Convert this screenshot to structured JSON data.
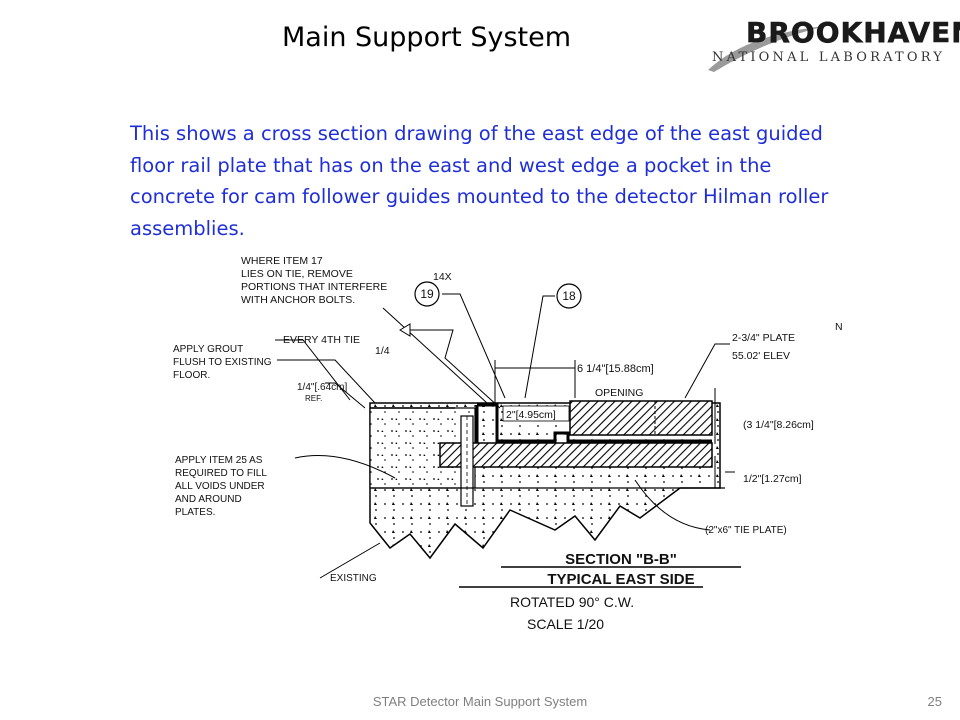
{
  "slide": {
    "title": "Main Support System",
    "body": "This shows a cross section drawing of the east edge of the east guided floor rail plate that has on the east and west edge a pocket in the concrete for cam follower guides mounted to the detector Hilman roller assemblies."
  },
  "logo": {
    "name": "BROOKHAVEN",
    "subtitle": "NATIONAL LABORATORY"
  },
  "drawing": {
    "notes": {
      "item17_line1": "WHERE ITEM 17",
      "item17_line2": "LIES ON TIE, REMOVE",
      "item17_line3": "PORTIONS THAT INTERFERE",
      "item17_line4": "WITH ANCHOR BOLTS.",
      "grout_line1": "APPLY GROUT",
      "grout_line2": "FLUSH TO EXISTING",
      "grout_line3": "FLOOR.",
      "every_tie": "EVERY 4TH TIE",
      "weld_size": "1/4",
      "quarter_dim": "1/4\"[.64cm]",
      "ref": "REF.",
      "item25_line1": "APPLY ITEM 25 AS",
      "item25_line2": "REQUIRED TO FILL",
      "item25_line3": "ALL VOIDS UNDER",
      "item25_line4": "AND AROUND",
      "item25_line5": "PLATES.",
      "existing": "EXISTING",
      "qty": "14X",
      "balloon_19": "19",
      "balloon_18": "18",
      "dim_opening": "6  1/4\"[15.88cm]",
      "opening": "OPENING",
      "dim_pocket": "2\"[4.95cm]",
      "plate": "2-3/4\"  PLATE",
      "elev": "55.02'  ELEV",
      "dim_height": "(3  1/4\"[8.26cm]",
      "dim_half": "1/2\"[1.27cm]",
      "tie_plate": "(2\"x6\"  TIE PLATE)",
      "edge_mark": "N"
    },
    "section_title": "SECTION \"B-B\"",
    "section_subtitle": "TYPICAL EAST SIDE",
    "rotated": "ROTATED  90°  C.W.",
    "scale": "SCALE  1/20"
  },
  "footer": {
    "text": "STAR Detector Main Support System",
    "page": "25"
  },
  "colors": {
    "body_text": "#1f2fd8",
    "footer_text": "#7f7f7f"
  }
}
